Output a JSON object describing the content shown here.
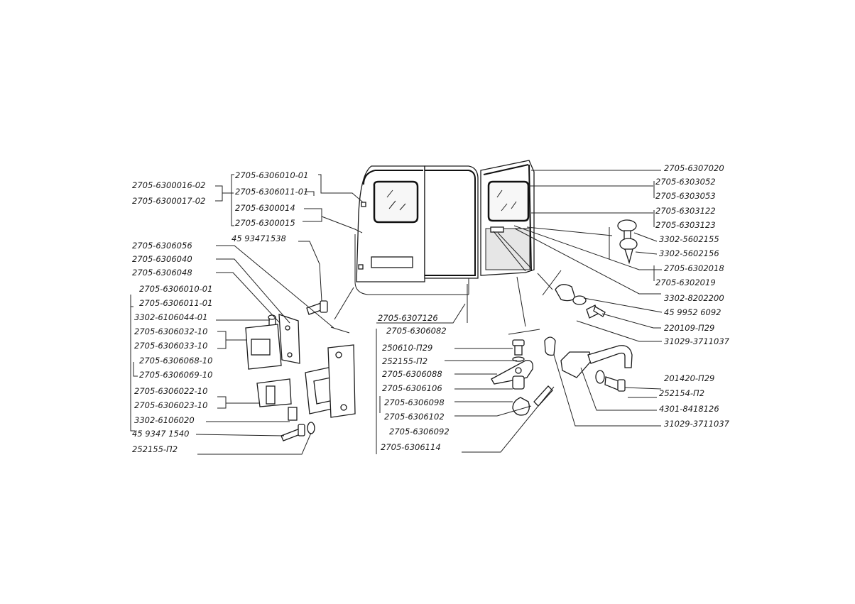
{
  "labels": {
    "l_a1": "2705-6300016-02",
    "l_a2": "2705-6300017-02",
    "l_b1": "2705-6306010-01",
    "l_b2": "2705-6306011-01",
    "l_b3": "2705-6300014",
    "l_b4": "2705-6300015",
    "l_b5": "45 93471538",
    "l_c1": "2705-6306056",
    "l_c2": "2705-6306040",
    "l_c3": "2705-6306048",
    "l_c4": "2705-6306010-01",
    "l_c5": "2705-6306011-01",
    "l_c6": "3302-6106044-01",
    "l_c7": "2705-6306032-10",
    "l_c8": "2705-6306033-10",
    "l_c9": "2705-6306068-10",
    "l_c10": "2705-6306069-10",
    "l_c11": "2705-6306022-10",
    "l_c12": "2705-6306023-10",
    "l_c13": "3302-6106020",
    "l_c14": "45 9347 1540",
    "l_c15": "252155-П2",
    "l_m1": "2705-6307126",
    "l_m2": "2705-6306082",
    "l_m3": "250610-П29",
    "l_m4": "252155-П2",
    "l_m5": "2705-6306088",
    "l_m6": "2705-6306106",
    "l_m7": "2705-6306098",
    "l_m8": "2705-6306102",
    "l_m9": "2705-6306092",
    "l_m10": "2705-6306114",
    "l_r1": "2705-6307020",
    "l_r2": "2705-6303052",
    "l_r3": "2705-6303053",
    "l_r4": "2705-6303122",
    "l_r5": "2705-6303123",
    "l_r6": "3302-5602155",
    "l_r7": "3302-5602156",
    "l_r8": "2705-6302018",
    "l_r9": "2705-6302019",
    "l_r10": "3302-8202200",
    "l_r11": "45 9952 6092",
    "l_r12": "220109-П29",
    "l_r13": "31029-3711037",
    "l_r14": "201420-П29",
    "l_r15": "252154-П2",
    "l_r16": "4301-8418126",
    "l_r17": "31029-3711037"
  }
}
